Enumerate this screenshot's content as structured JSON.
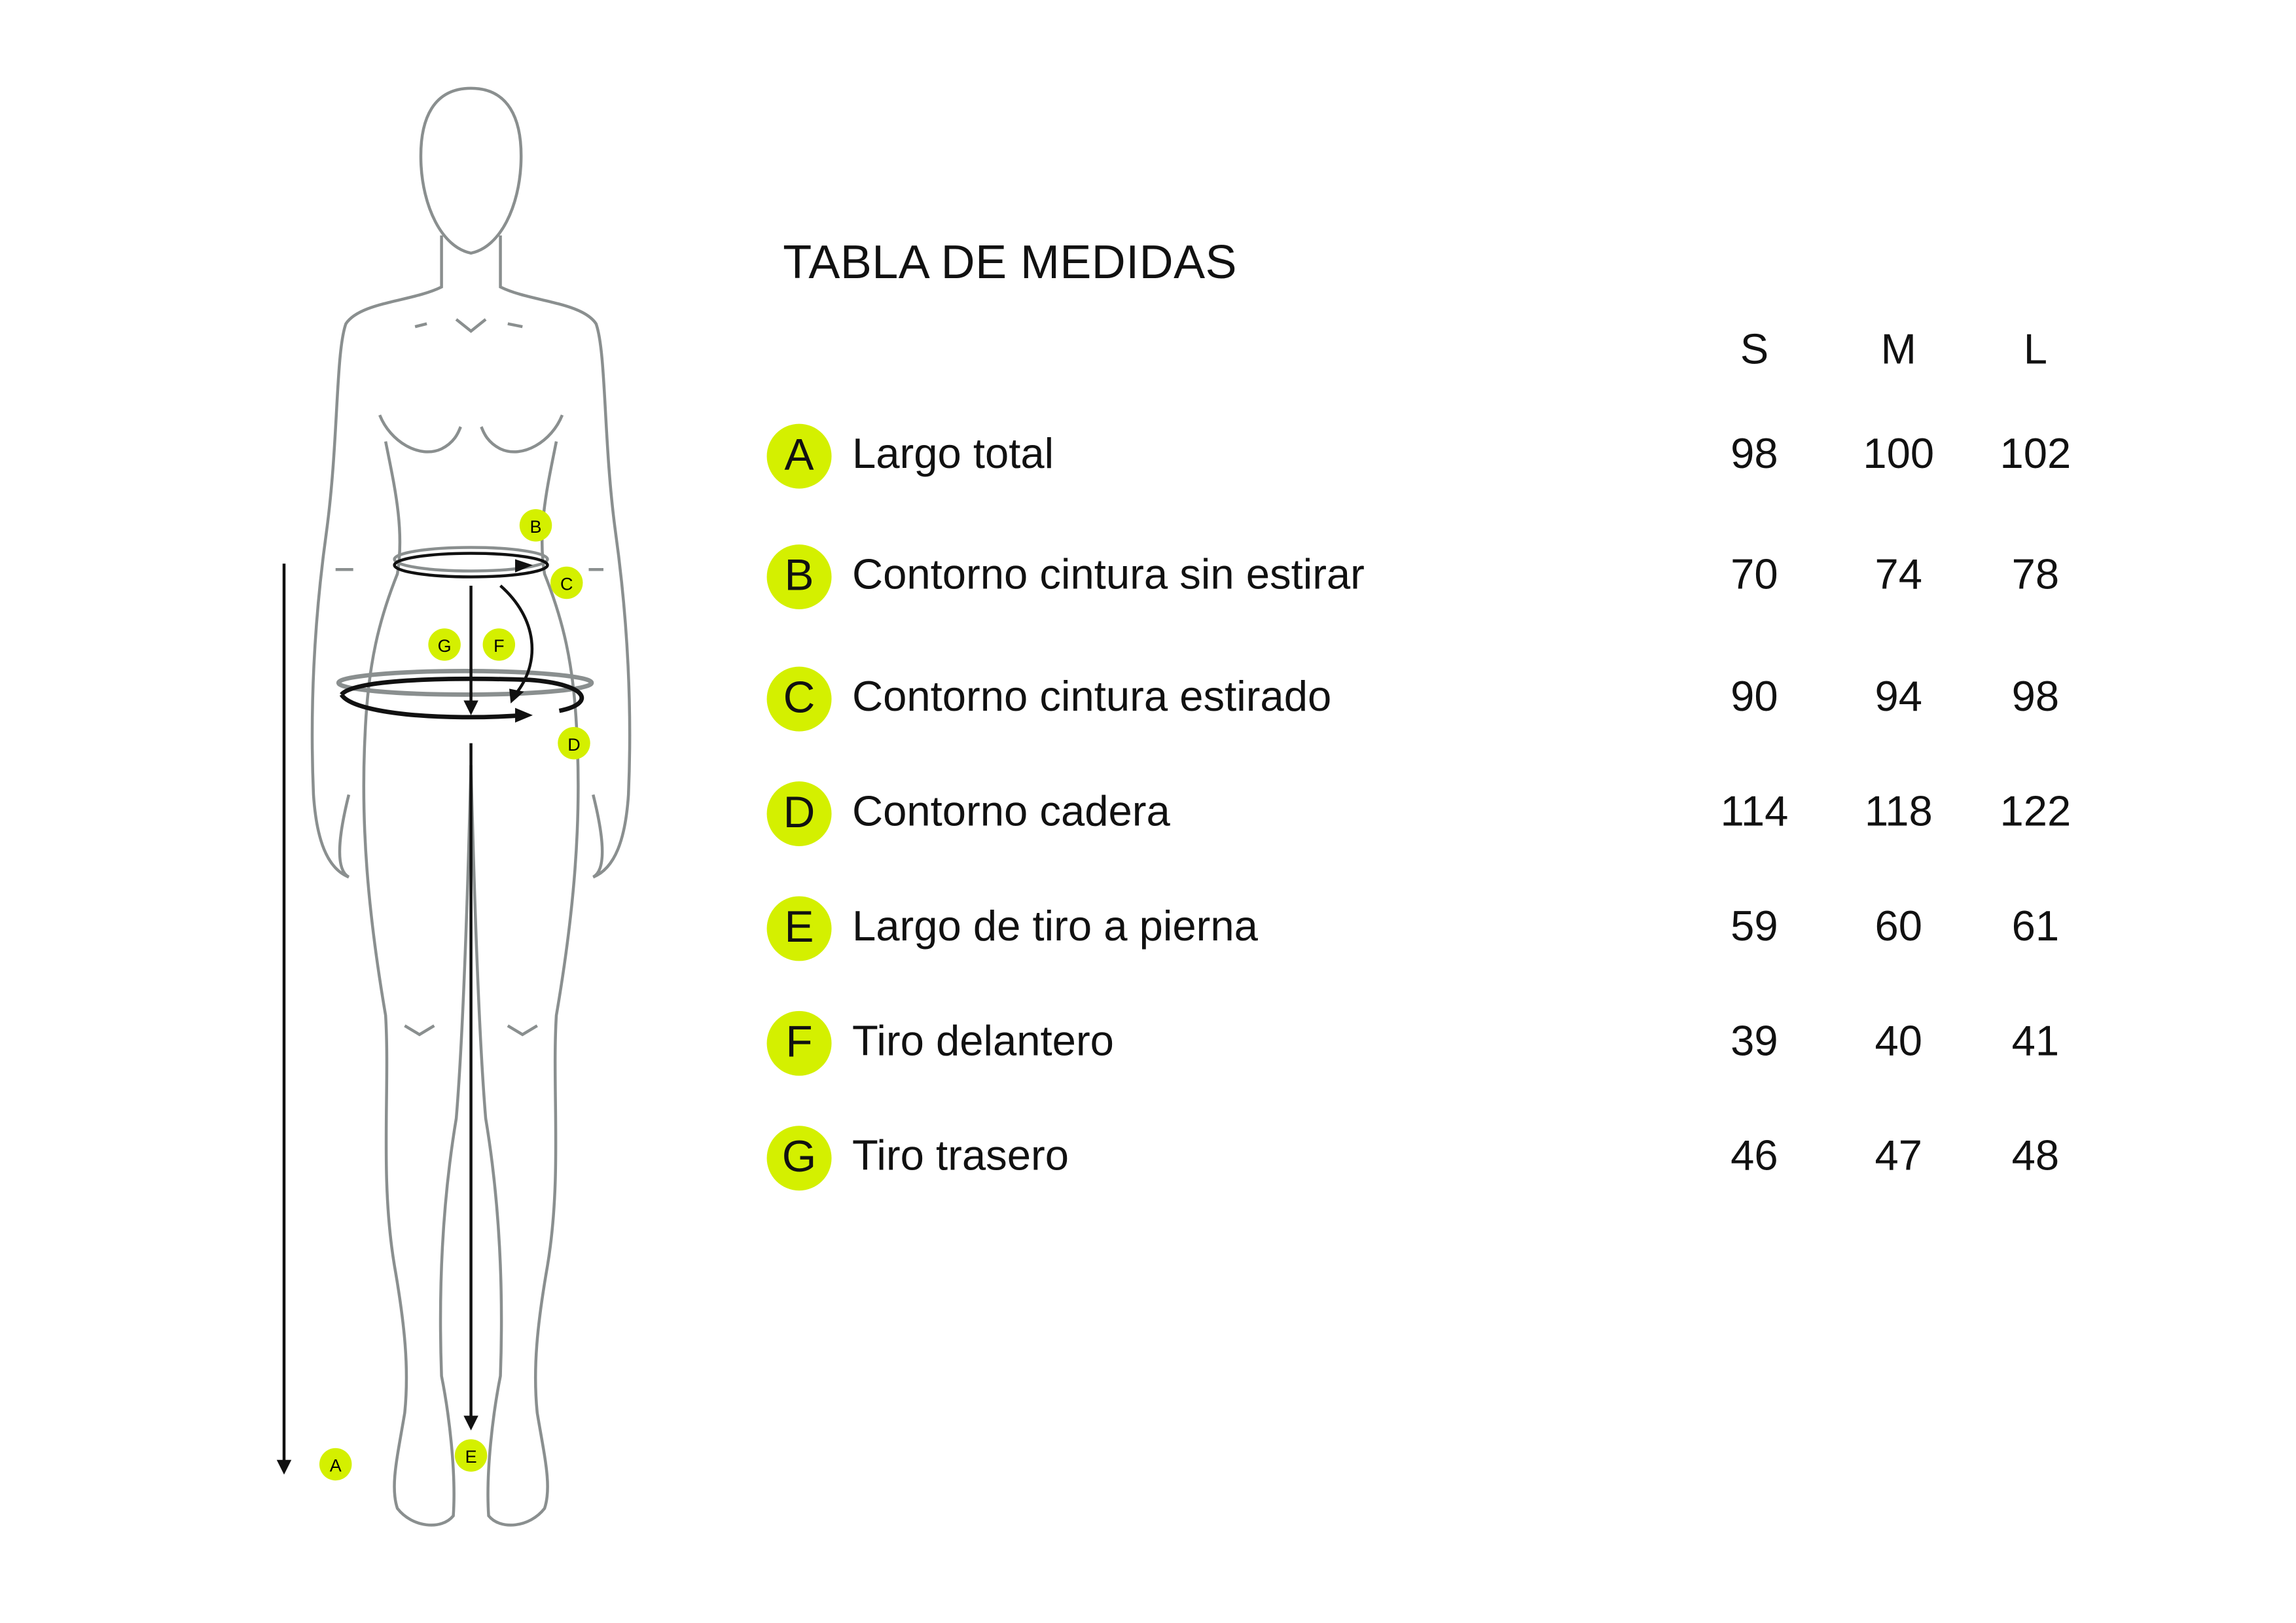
{
  "title": "TABLA DE MEDIDAS",
  "sizes": [
    "S",
    "M",
    "L"
  ],
  "rows": [
    {
      "key": "A",
      "label": "Largo total",
      "values": [
        "98",
        "100",
        "102"
      ]
    },
    {
      "key": "B",
      "label": "Contorno cintura sin estirar",
      "values": [
        "70",
        "74",
        "78"
      ]
    },
    {
      "key": "C",
      "label": "Contorno cintura estirado",
      "values": [
        "90",
        "94",
        "98"
      ]
    },
    {
      "key": "D",
      "label": "Contorno cadera",
      "values": [
        "114",
        "118",
        "122"
      ]
    },
    {
      "key": "E",
      "label": "Largo de tiro a pierna",
      "values": [
        "59",
        "60",
        "61"
      ]
    },
    {
      "key": "F",
      "label": "Tiro delantero",
      "values": [
        "39",
        "40",
        "41"
      ]
    },
    {
      "key": "G",
      "label": "Tiro trasero",
      "values": [
        "46",
        "47",
        "48"
      ]
    }
  ],
  "figure_labels": {
    "A": "A",
    "B": "B",
    "C": "C",
    "D": "D",
    "E": "E",
    "F": "F",
    "G": "G"
  },
  "colors": {
    "badge": "#d4f000",
    "outline": "#8a8f8f"
  }
}
